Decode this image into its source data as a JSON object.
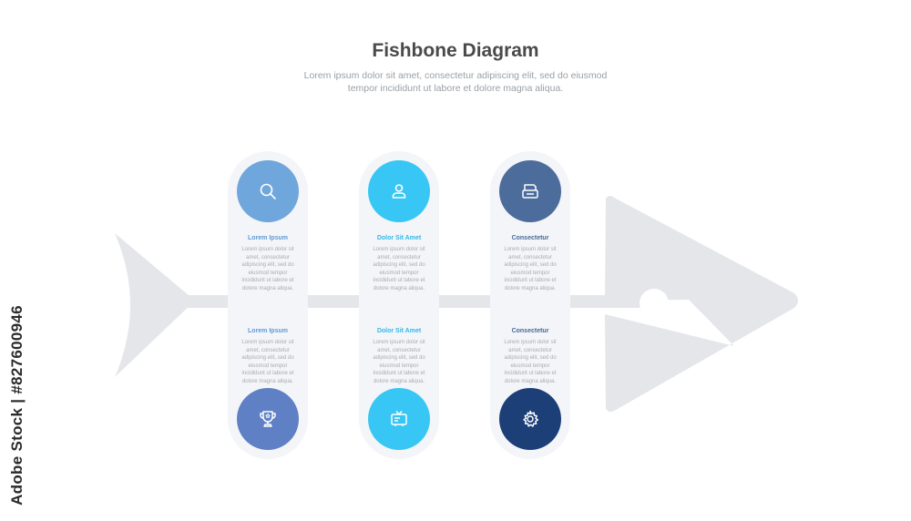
{
  "header": {
    "title": "Fishbone Diagram",
    "subtitle_line1": "Lorem ipsum dolor sit amet, consectetur adipiscing elit, sed do eiusmod",
    "subtitle_line2": "tempor incididunt ut labore et dolore magna aliqua."
  },
  "colors": {
    "fish": "#e4e6ea",
    "column": "#f3f5f8",
    "col1": "#6fa6dc",
    "col2": "#38c6f4",
    "col3_top": "#4c6c9c",
    "col1_bottom": "#5f80c4",
    "col3_bottom": "#1c3f78"
  },
  "columns": [
    {
      "top": {
        "title": "Lorem Ipsum",
        "icon": "search-icon",
        "lines": [
          "Lorem ipsum dolor sit",
          "amet, consectetur",
          "adipiscing elit, sed do",
          "eiusmod tempor",
          "incididunt ut labore et",
          "dolore magna aliqua."
        ]
      },
      "bottom": {
        "title": "Lorem Ipsum",
        "icon": "trophy-icon",
        "lines": [
          "Lorem ipsum dolor sit",
          "amet, consectetur",
          "adipiscing elit, sed do",
          "eiusmod tempor",
          "incididunt ut labore et",
          "dolore magna aliqua."
        ]
      }
    },
    {
      "top": {
        "title": "Dolor Sit Amet",
        "icon": "user-icon",
        "lines": [
          "Lorem ipsum dolor sit",
          "amet, consectetur",
          "adipiscing elit, sed do",
          "eiusmod tempor",
          "incididunt ut labore et",
          "dolore magna aliqua."
        ]
      },
      "bottom": {
        "title": "Dolor Sit Amet",
        "icon": "tv-icon",
        "lines": [
          "Lorem ipsum dolor sit",
          "amet, consectetur",
          "adipiscing elit, sed do",
          "eiusmod tempor",
          "incididunt ut labore et",
          "dolore magna aliqua."
        ]
      }
    },
    {
      "top": {
        "title": "Consectetur",
        "icon": "printer-icon",
        "lines": [
          "Lorem ipsum dolor sit",
          "amet, consectetur",
          "adipiscing elit, sed do",
          "eiusmod tempor",
          "incididunt ut labore et",
          "dolore magna aliqua."
        ]
      },
      "bottom": {
        "title": "Consectetur",
        "icon": "gear-icon",
        "lines": [
          "Lorem ipsum dolor sit",
          "amet, consectetur",
          "adipiscing elit, sed do",
          "eiusmod tempor",
          "incididunt ut labore et",
          "dolore magna aliqua."
        ]
      }
    }
  ],
  "watermark": {
    "text": "Adobe Stock | #827600946"
  }
}
